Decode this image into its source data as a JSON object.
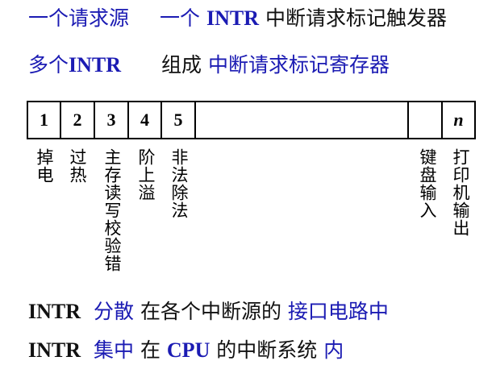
{
  "rows": {
    "row1": {
      "a": "一个请求源",
      "b": "一个",
      "c": "INTR",
      "d": "中断请求标记触发器"
    },
    "row2": {
      "a": "多个",
      "b": "INTR",
      "c": "组成",
      "d": "中断请求标记寄存器"
    },
    "row3": {
      "a": "INTR",
      "b": "分散",
      "c": "在各个中断源的",
      "d": "接口电路中"
    },
    "row4": {
      "a": "INTR",
      "b": "集中",
      "c": "在",
      "d": "CPU",
      "e": "的中断系统",
      "f": "内"
    }
  },
  "register": {
    "cells": [
      "1",
      "2",
      "3",
      "4",
      "5",
      "",
      "",
      "n"
    ]
  },
  "bit_labels": [
    "掉电",
    "过热",
    "主存读写校验错",
    "阶上溢",
    "非法除法",
    "键盘输入",
    "打印机输出"
  ],
  "colors": {
    "blue": "#1b1bb3",
    "black": "#111111"
  }
}
